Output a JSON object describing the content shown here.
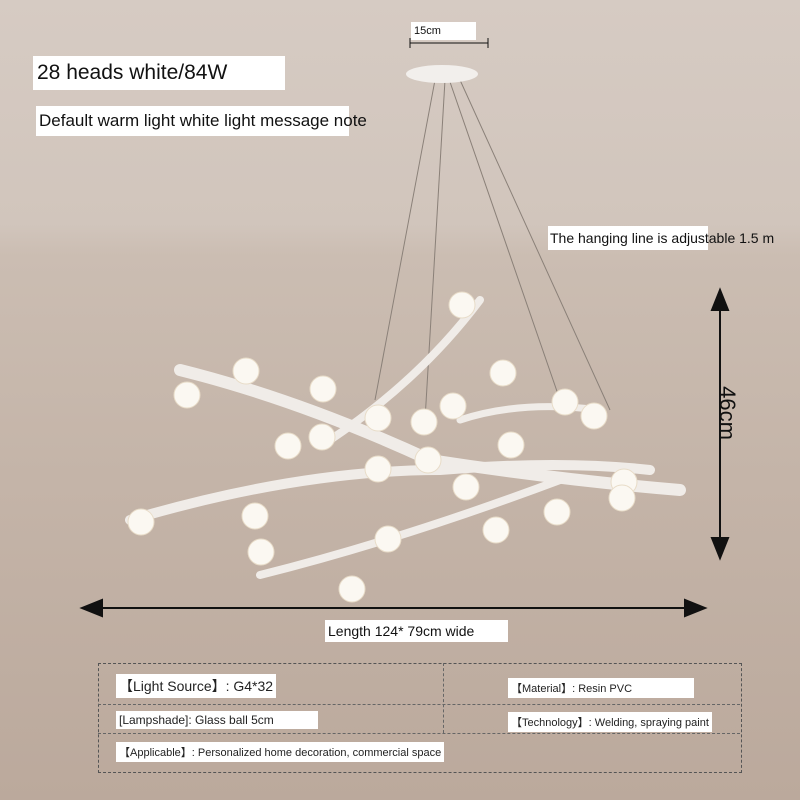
{
  "title": "28 heads white/84W",
  "note": "Default warm light white light message note",
  "canopy_dim": "15cm",
  "hanging_note": "The hanging line is adjustable 1.5 m",
  "height_dim": "46cm",
  "width_dim": "Length 124* 79cm wide",
  "specs": {
    "light_source": "【Light Source】: G4*32",
    "material": "【Material】: Resin   PVC",
    "lampshade": "[Lampshade]: Glass ball 5cm",
    "technology": "【Technology】: Welding, spraying paint",
    "applicable": "【Applicable】: Personalized home decoration, commercial space"
  }
}
